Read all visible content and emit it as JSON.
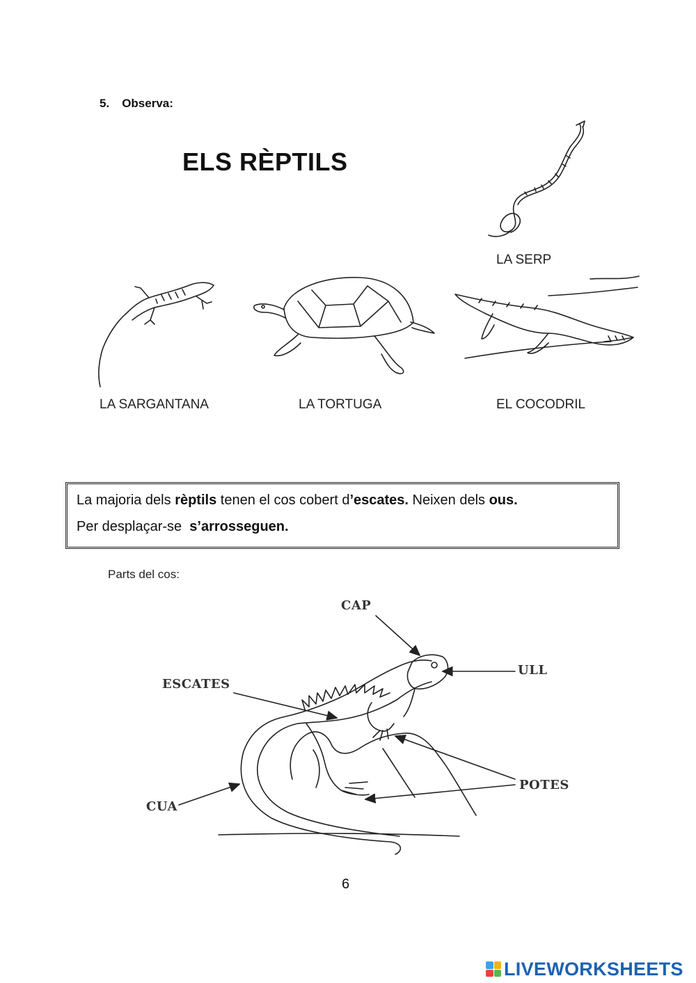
{
  "exercise": {
    "number": "5.",
    "instruction": "Observa:"
  },
  "title": "ELS RÈPTILS",
  "animals": {
    "serp": "LA SERP",
    "sargantana": "LA SARGANTANA",
    "tortuga": "LA TORTUGA",
    "cocodril": "EL COCODRIL"
  },
  "info": {
    "l1_a": "La majoria dels ",
    "l1_b": "rèptils",
    "l1_c": " tenen el cos cobert d",
    "l1_d": "’escates.",
    "l1_e": " Neixen dels ",
    "l1_f": "ous.",
    "l2_a": "Per desplaçar-se  ",
    "l2_b": "s’arrosseguen."
  },
  "parts_heading": "Parts del cos:",
  "diagram_labels": {
    "cap": "CAP",
    "ull": "ULL",
    "escates": "ESCATES",
    "potes": "POTES",
    "cua": "CUA"
  },
  "page_number": "6",
  "footer": {
    "brand": "LIVEWORKSHEETS",
    "colors": {
      "brand": "#1e62b0",
      "mark": [
        "#3aa5e0",
        "#f2b21c",
        "#e8443a",
        "#5ab847"
      ]
    }
  }
}
